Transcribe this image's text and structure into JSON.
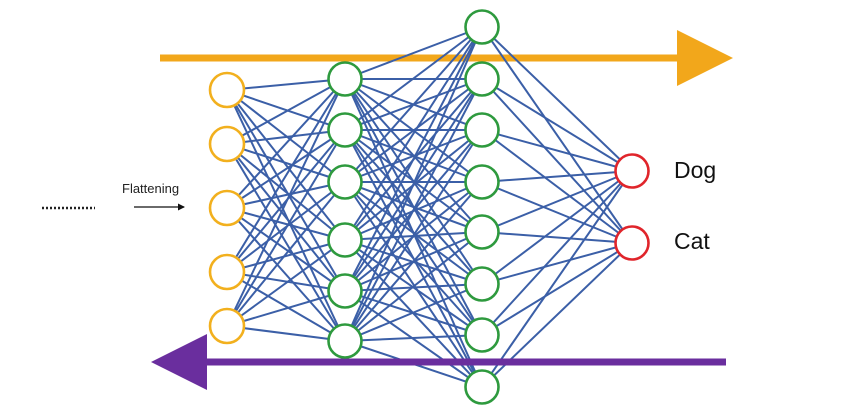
{
  "diagram": {
    "flatten_label": "Flattening",
    "layers": [
      {
        "name": "input",
        "nodes": 5,
        "color": "#f2b01e"
      },
      {
        "name": "hidden-1",
        "nodes": 6,
        "color": "#2e9a3e"
      },
      {
        "name": "hidden-2",
        "nodes": 8,
        "color": "#2e9a3e"
      },
      {
        "name": "output",
        "nodes": 2,
        "color": "#e0252b"
      }
    ],
    "outputs": [
      "Dog",
      "Cat"
    ],
    "forward_arrow_color": "#f2a71b",
    "backward_arrow_color": "#6a2e9e",
    "edge_color": "#3b5fa7"
  }
}
